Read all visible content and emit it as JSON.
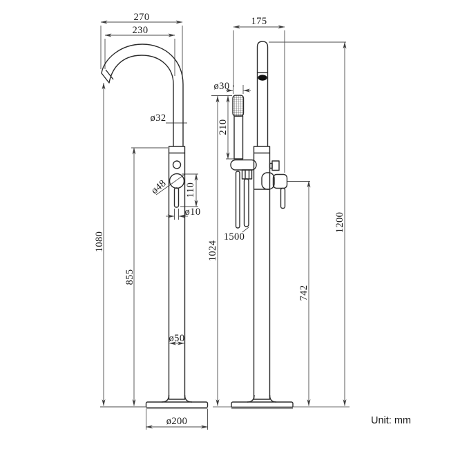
{
  "unit_note": "Unit: mm",
  "dimensions": {
    "spout_reach_overall": "270",
    "spout_reach_inner": "230",
    "side_offset": "175",
    "spout_pipe_diameter": "ø32",
    "handshower_diameter": "ø30",
    "handshower_length": "210",
    "valve_body_diameter": "ø48",
    "handle_length": "110",
    "handle_diameter": "ø10",
    "height_to_spout_outlet": "1080",
    "height_to_valve_top": "855",
    "height_to_handshower_top": "1024",
    "hose_length": "1500",
    "height_to_side_handle": "742",
    "overall_height": "1200",
    "column_diameter": "ø50",
    "base_diameter": "ø200"
  }
}
